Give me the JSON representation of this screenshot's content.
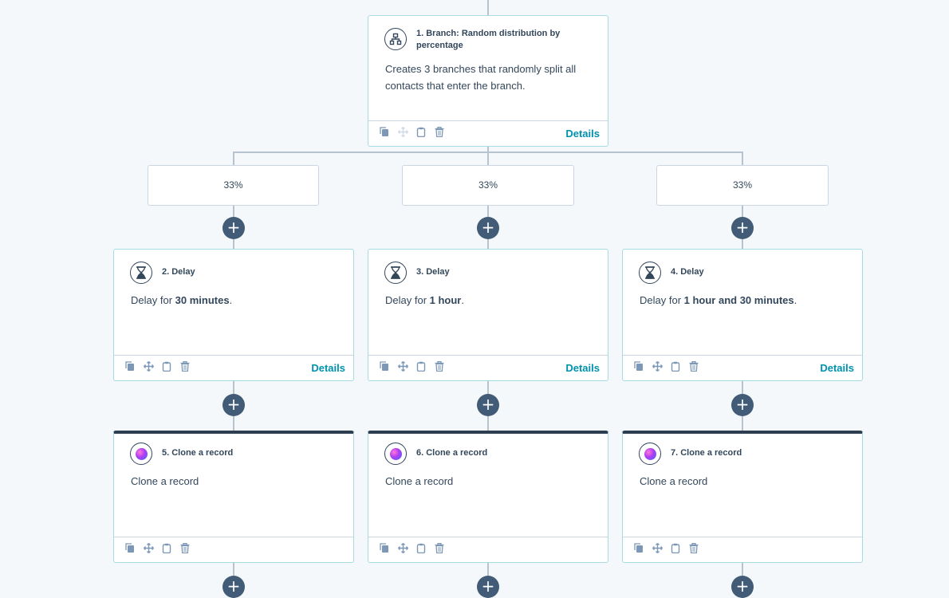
{
  "branch": {
    "title": "1. Branch: Random distribution by percentage",
    "description": "Creates 3 branches that randomly split all contacts that enter the branch.",
    "details_label": "Details"
  },
  "percentages": [
    "33%",
    "33%",
    "33%"
  ],
  "delays": [
    {
      "title": "2. Delay",
      "prefix": "Delay for ",
      "value": "30 minutes",
      "suffix": ".",
      "details_label": "Details"
    },
    {
      "title": "3. Delay",
      "prefix": "Delay for ",
      "value": "1 hour",
      "suffix": ".",
      "details_label": "Details"
    },
    {
      "title": "4. Delay",
      "prefix": "Delay for ",
      "value": "1 hour and 30 minutes",
      "suffix": ".",
      "details_label": "Details"
    }
  ],
  "clones": [
    {
      "title": "5. Clone a record",
      "description": "Clone a record"
    },
    {
      "title": "6. Clone a record",
      "description": "Clone a record"
    },
    {
      "title": "7. Clone a record",
      "description": "Clone a record"
    }
  ],
  "add_button_symbol": "+",
  "icons": {
    "branch": "branch-icon",
    "delay": "hourglass-icon",
    "clone": "ai-gradient-icon",
    "tools": [
      "copy-icon",
      "move-icon",
      "clipboard-icon",
      "trash-icon"
    ]
  },
  "colors": {
    "background": "#f5f8fa",
    "card_border": "#a7dbe3",
    "action_top": "#2d3e50",
    "plus_button": "#425b76",
    "link": "#0091ae",
    "connector": "#b7c3cf"
  }
}
